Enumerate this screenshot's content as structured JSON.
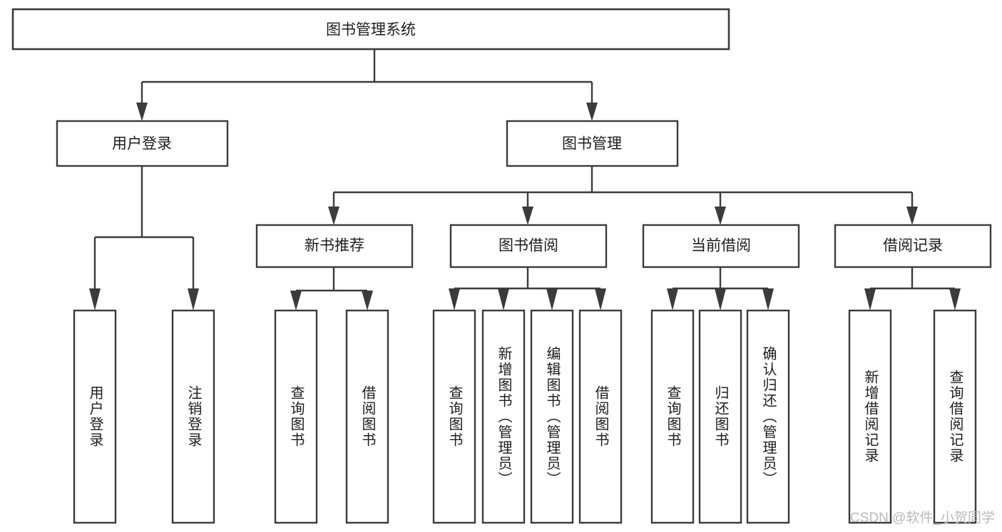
{
  "diagram": {
    "title": "图书管理系统",
    "type": "tree-hierarchy-chart",
    "root": {
      "label": "图书管理系统"
    },
    "level1": [
      {
        "label": "用户登录"
      },
      {
        "label": "图书管理"
      }
    ],
    "level2": [
      {
        "label": "新书推荐"
      },
      {
        "label": "图书借阅"
      },
      {
        "label": "当前借阅"
      },
      {
        "label": "借阅记录"
      }
    ],
    "leaves": {
      "user_login": [
        {
          "label": "用户登录"
        },
        {
          "label": "注销登录"
        }
      ],
      "new_book_recommend": [
        {
          "label": "查询图书"
        },
        {
          "label": "借阅图书"
        }
      ],
      "book_borrow": [
        {
          "label": "查询图书"
        },
        {
          "label": "新增图书（管理员）"
        },
        {
          "label": "编辑图书（管理员）"
        },
        {
          "label": "借阅图书"
        }
      ],
      "current_borrow": [
        {
          "label": "查询图书"
        },
        {
          "label": "归还图书"
        },
        {
          "label": "确认归还（管理员）"
        }
      ],
      "borrow_record": [
        {
          "label": "新增借阅记录"
        },
        {
          "label": "查询借阅记录"
        }
      ]
    }
  },
  "watermark": {
    "text": "CSDN @软件_小贺同学"
  },
  "colors": {
    "stroke": "#3b3b3b",
    "box_fill": "#ffffff",
    "text": "#1d1d1d",
    "background": "#ffffff",
    "watermark": "#b9b9b9"
  }
}
